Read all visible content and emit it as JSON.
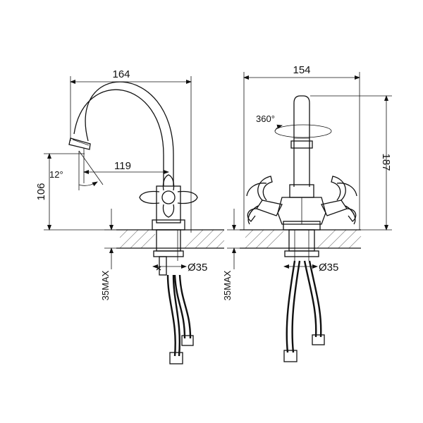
{
  "left_view": {
    "width_label": "164",
    "reach_label": "119",
    "height_label": "106",
    "angle_label": "12°",
    "diameter_label": "Ø35",
    "max_label": "35MAX"
  },
  "right_view": {
    "width_label": "154",
    "height_label": "187",
    "rotation_label": "360°",
    "diameter_label": "Ø35",
    "max_label": "35MAX"
  }
}
